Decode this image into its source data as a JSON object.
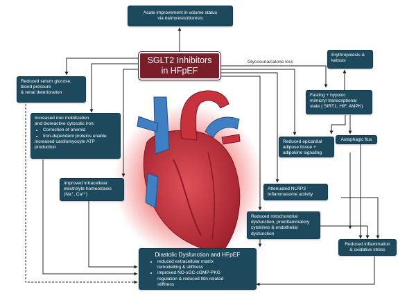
{
  "colors": {
    "box_fill": "#1c4a5c",
    "title_fill": "#7a1e2a",
    "arrow": "#222222",
    "heart_red": "#c8323c",
    "heart_blue": "#3f7fc4",
    "glow": "#e83a3a"
  },
  "title": {
    "line1": "SGLT2 Inhibitors",
    "line2": "in HFpEF"
  },
  "glycosuria_label": "Glycosuria/calorie loss",
  "boxes": {
    "volume": {
      "line1": "Acute improvement in volume status",
      "line2": "via natriuresis/diuresis"
    },
    "serum": {
      "line1": "Reduced serum glucose,",
      "line2": "blood pressure",
      "line3": "& renal deterioration"
    },
    "iron": {
      "line1": "Increased iron mobilization",
      "line2": "and bioreactive cytosolic iron:",
      "bullet1": "Correction of anemia",
      "bullet2": "Iron-dependent proteins enable",
      "line3": "increased cardiomyocyte ATP",
      "line4": "production"
    },
    "electrolyte": {
      "line1": "Improved intracellular",
      "line2": "electrolyte homeostasis",
      "line3": "(Na⁺, Ca²⁺)"
    },
    "erythro": {
      "line1": "Erythropoiesis &",
      "line2": "ketosis"
    },
    "fasting": {
      "line1": "Fasting + hypoxic",
      "line2": "mimicry/ transcriptional",
      "line3": "state ( SIRT1, HIF, AMPK)"
    },
    "autophagic": {
      "text": "Autophagic flux"
    },
    "epicardial": {
      "line1": "Reduced epicardial",
      "line2": "adipose tissue +",
      "line3": "adipokine signaling"
    },
    "nlrp3": {
      "line1": "Attenuated NLRP3",
      "line2": "Inflammasome activity"
    },
    "mito": {
      "line1": "Reduced mitochondrial",
      "line2": "dysfunction, proinflammatory",
      "line3": "cytokines & endothelial",
      "line4": "dysfunction"
    },
    "inflammation": {
      "line1": "Reduced inflammation",
      "line2": "& oxidative stress"
    },
    "diastolic": {
      "title": "Diastolic Dysfunction and HFpEF",
      "bullet1": "reduced extracellular matrix",
      "bullet1b": "remodelling & stiffness",
      "bullet2": "improved NO-sGC-cGMP-PKG",
      "bullet2b": "regulation & reduced titin-related",
      "bullet2c": "stiffness"
    }
  }
}
